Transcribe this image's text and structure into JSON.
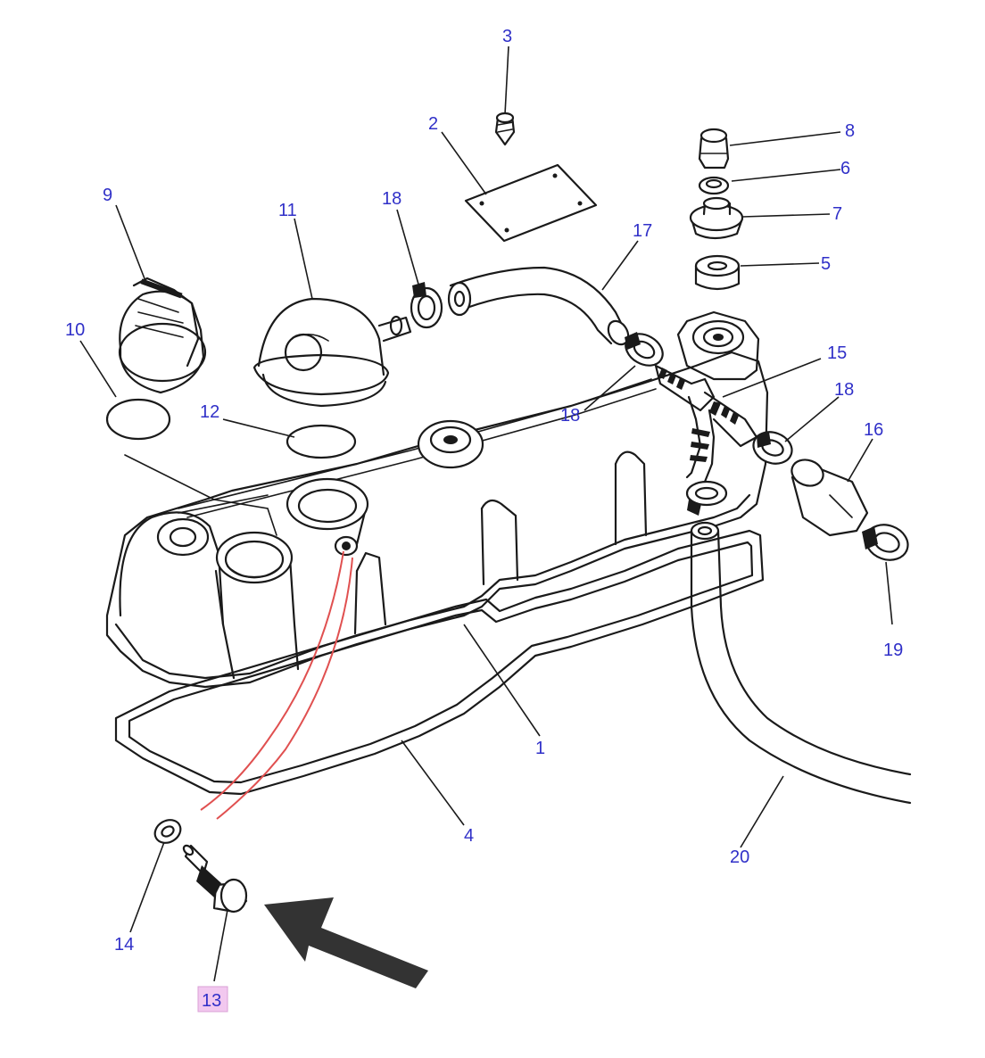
{
  "parts": [
    {
      "id": "1",
      "label": "1"
    },
    {
      "id": "2",
      "label": "2"
    },
    {
      "id": "3",
      "label": "3"
    },
    {
      "id": "4",
      "label": "4"
    },
    {
      "id": "5",
      "label": "5"
    },
    {
      "id": "6",
      "label": "6"
    },
    {
      "id": "7",
      "label": "7"
    },
    {
      "id": "8",
      "label": "8"
    },
    {
      "id": "9",
      "label": "9"
    },
    {
      "id": "10",
      "label": "10"
    },
    {
      "id": "11",
      "label": "11"
    },
    {
      "id": "12",
      "label": "12"
    },
    {
      "id": "13",
      "label": "13",
      "highlighted": true
    },
    {
      "id": "14",
      "label": "14"
    },
    {
      "id": "15",
      "label": "15"
    },
    {
      "id": "16",
      "label": "16"
    },
    {
      "id": "17",
      "label": "17"
    },
    {
      "id": "18a",
      "label": "18"
    },
    {
      "id": "18b",
      "label": "18"
    },
    {
      "id": "18c",
      "label": "18"
    },
    {
      "id": "19",
      "label": "19"
    },
    {
      "id": "20",
      "label": "20"
    }
  ],
  "colors": {
    "label_text": "#3030c8",
    "line": "#1a1a1a",
    "highlight": "#f2c8ef",
    "leader_red": "#e05050",
    "arrow": "#333333"
  },
  "annotations": {
    "arrow_target": "13"
  }
}
